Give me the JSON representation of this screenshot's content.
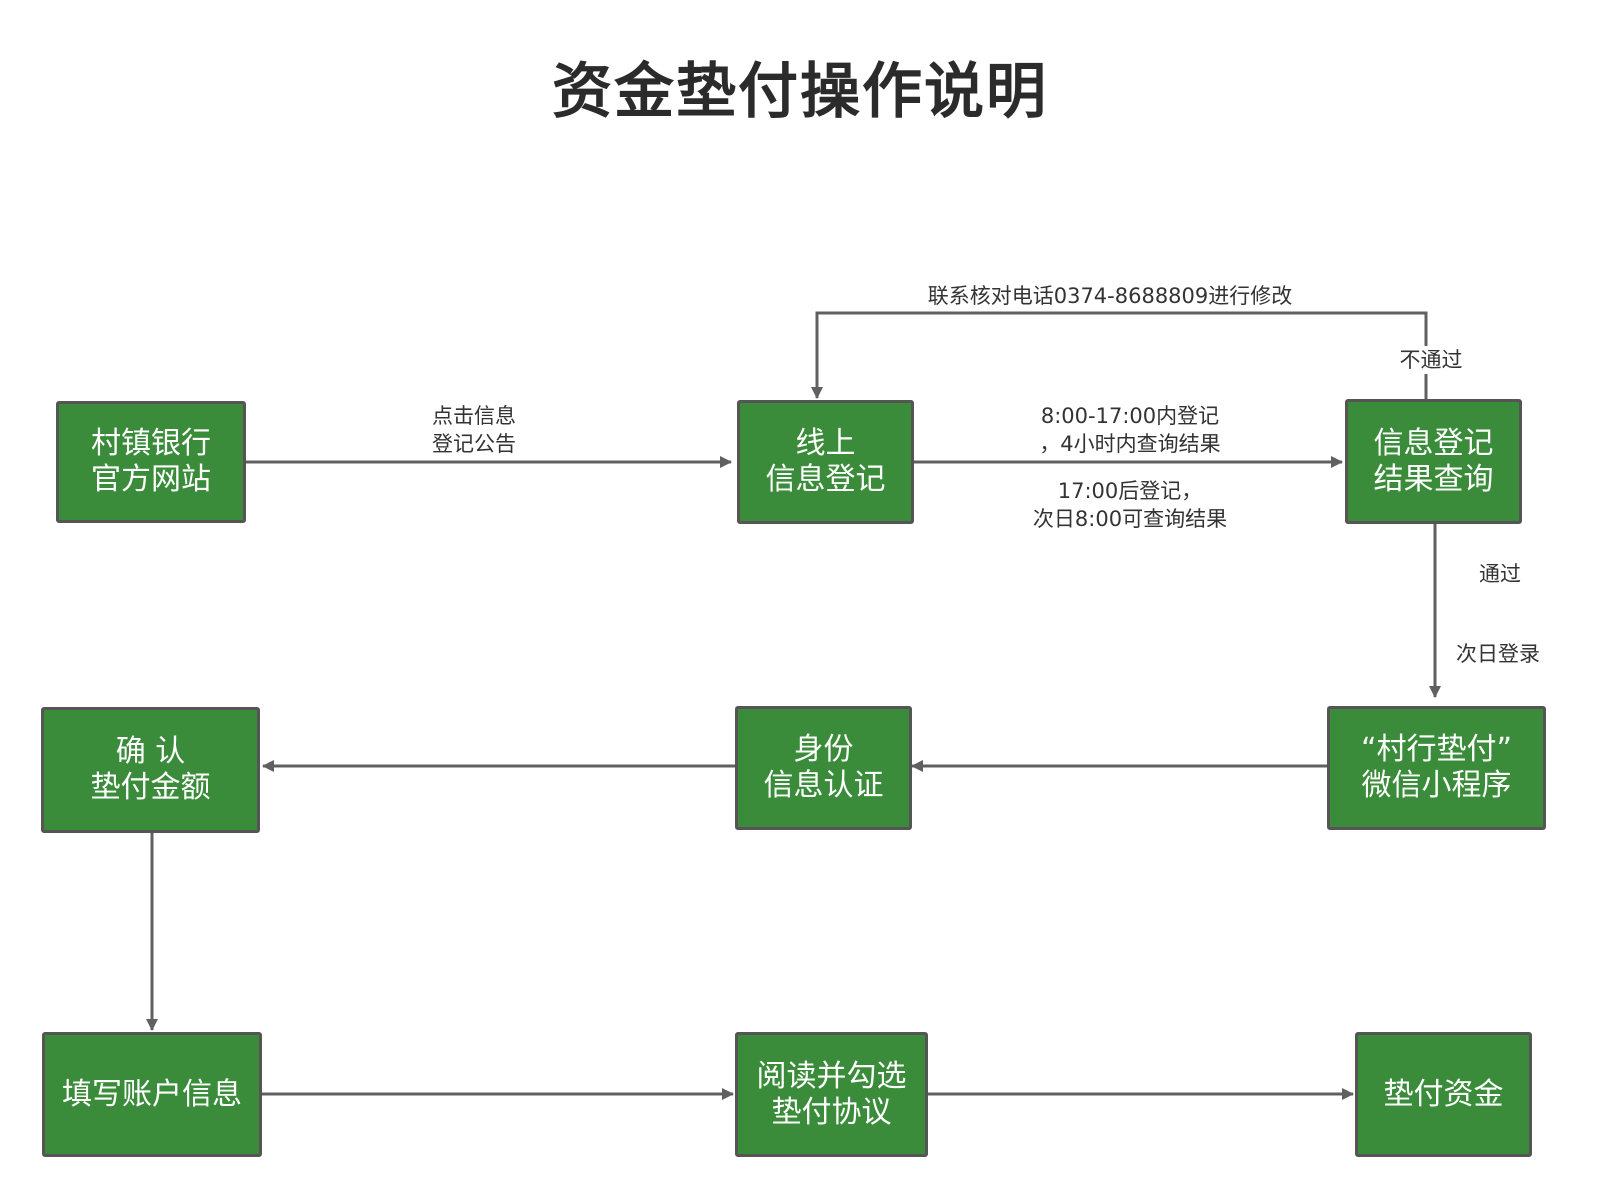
{
  "title": "资金垫付操作说明",
  "colors": {
    "node_fill": "#3a8c3a",
    "node_border": "#555555",
    "connector": "#606060",
    "text": "#333333"
  },
  "nodes": {
    "bank_site": [
      "村镇银行",
      "官方网站"
    ],
    "online_register": [
      "线上",
      "信息登记"
    ],
    "result_query": [
      "信息登记",
      "结果查询"
    ],
    "mini_program": [
      "“村行垫付”",
      "微信小程序"
    ],
    "identity_verify": [
      "身份",
      "信息认证"
    ],
    "confirm_amount": [
      "确 认",
      "垫付金额"
    ],
    "fill_account": [
      "填写账户信息"
    ],
    "read_agreement": [
      "阅读并勾选",
      "垫付协议"
    ],
    "advance_funds": [
      "垫付资金"
    ]
  },
  "edge_labels": {
    "click_notice": [
      "点击信息",
      "登记公告"
    ],
    "within_hours": [
      "8:00-17:00内登记",
      "，4小时内查询结果"
    ],
    "after_hours": [
      "17:00后登记，",
      "次日8:00可查询结果"
    ],
    "contact_phone": "联系核对电话0374-8688809进行修改",
    "not_passed": "不通过",
    "passed": "通过",
    "next_day_login": "次日登录"
  }
}
